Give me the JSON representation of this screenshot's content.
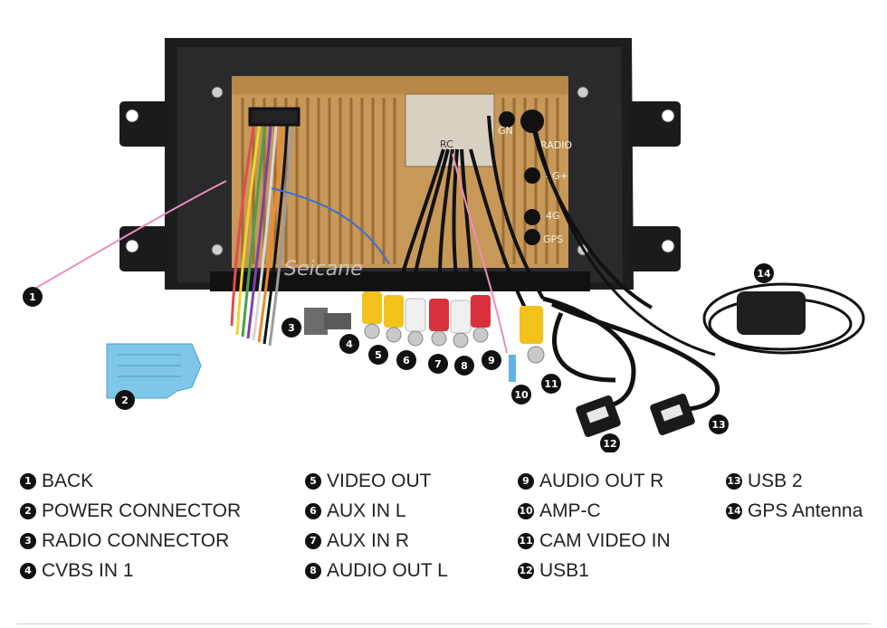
{
  "diagram": {
    "radio_labels": {
      "radio": "RADIO",
      "ant_4g_plus": "4G+",
      "ant_4g": "4G",
      "gps": "GPS",
      "gn": "GN"
    },
    "watermark": "Seicane",
    "connector_tag": "RC",
    "callouts": [
      "1",
      "2",
      "3",
      "4",
      "5",
      "6",
      "7",
      "8",
      "9",
      "10",
      "11",
      "12",
      "13",
      "14"
    ],
    "colors": {
      "panel_frame": "#1a1a1c",
      "heatsink": "#c89a5a",
      "blue_connector": "#7ec7e8",
      "yellow_rca": "#f2c21a",
      "red_rca": "#d8313c",
      "white_rca": "#f0f0f0",
      "pink_wire": "#ec8cc0",
      "blue_wire": "#3d6fd1"
    }
  },
  "legend": {
    "col1": [
      {
        "num": "1",
        "label": "BACK"
      },
      {
        "num": "2",
        "label": "POWER CONNECTOR"
      },
      {
        "num": "3",
        "label": "RADIO CONNECTOR"
      },
      {
        "num": "4",
        "label": "CVBS IN 1"
      }
    ],
    "col2": [
      {
        "num": "5",
        "label": "VIDEO OUT"
      },
      {
        "num": "6",
        "label": "AUX IN L"
      },
      {
        "num": "7",
        "label": "AUX IN R"
      },
      {
        "num": "8",
        "label": "AUDIO OUT L"
      }
    ],
    "col3": [
      {
        "num": "9",
        "label": "AUDIO OUT R"
      },
      {
        "num": "10",
        "label": "AMP-C"
      },
      {
        "num": "11",
        "label": "CAM VIDEO IN"
      },
      {
        "num": "12",
        "label": "USB1"
      }
    ],
    "col4": [
      {
        "num": "13",
        "label": "USB 2"
      },
      {
        "num": "14",
        "label": "GPS Antenna"
      }
    ]
  }
}
